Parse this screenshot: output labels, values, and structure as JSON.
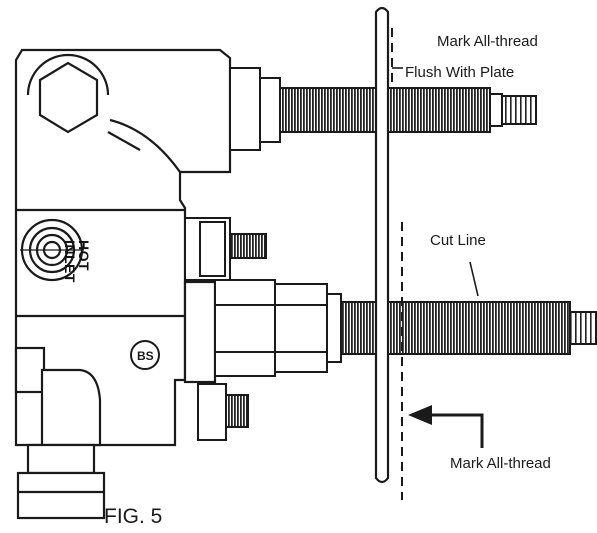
{
  "labels": {
    "mark_allthread_top": "Mark All-thread",
    "flush_with_plate": "Flush With Plate",
    "cut_line": "Cut Line",
    "mark_allthread_bottom": "Mark All-thread",
    "figure": "FIG. 5"
  },
  "body_stamp": {
    "line1": "HOT",
    "line2": "INLET"
  },
  "logo": "BS"
}
